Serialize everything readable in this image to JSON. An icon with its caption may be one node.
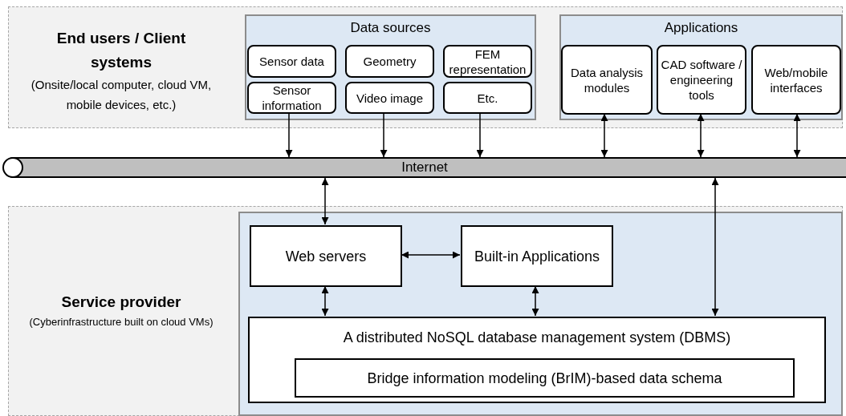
{
  "diagram": {
    "nodes": [
      {
        "text": [
          "End users / Client systems",
          "(Onsite/local computer, cloud VM, mobile devices, etc.)"
        ]
      },
      {
        "text": [
          "Data sources"
        ],
        "in": 0
      },
      {
        "text": [
          "Sensor data"
        ],
        "in": 1
      },
      {
        "text": [
          "Geometry"
        ],
        "in": 1
      },
      {
        "text": [
          "FEM representation"
        ],
        "in": 1
      },
      {
        "text": [
          "Sensor information"
        ],
        "in": 1
      },
      {
        "text": [
          "Video image"
        ],
        "in": 1
      },
      {
        "text": [
          "Etc."
        ],
        "in": 1
      },
      {
        "text": [
          "Applications"
        ],
        "in": 0
      },
      {
        "text": [
          "Data analysis modules"
        ],
        "in": 8
      },
      {
        "text": [
          "CAD software / engineering tools"
        ],
        "in": 8
      },
      {
        "text": [
          "Web/mobile interfaces"
        ],
        "in": 8
      },
      {
        "text": [
          "Internet"
        ]
      },
      {
        "text": [
          "Service provider",
          "(Cyberinfrastructure built on cloud VMs)"
        ]
      },
      {
        "text": [],
        "shape": "box",
        "in": 13
      },
      {
        "text": [
          "Web servers"
        ],
        "in": 14
      },
      {
        "text": [
          "Built-in Applications"
        ],
        "in": 14
      },
      {
        "text": [
          "A distributed NoSQL database management system (DBMS)"
        ],
        "in": 14
      },
      {
        "text": [
          "Bridge information modeling (BrIM)-based data schema"
        ],
        "in": 17
      }
    ],
    "edges": [
      {
        "from": 5,
        "to": 12,
        "arrow": "to"
      },
      {
        "from": 6,
        "to": 12,
        "arrow": "to"
      },
      {
        "from": 7,
        "to": 12,
        "arrow": "to"
      },
      {
        "from": 9,
        "to": 12,
        "arrow": "both"
      },
      {
        "from": 10,
        "to": 12,
        "arrow": "both"
      },
      {
        "from": 11,
        "to": 12,
        "arrow": "both"
      },
      {
        "from": 12,
        "to": 15,
        "arrow": "both"
      },
      {
        "from": 12,
        "to": 17,
        "arrow": "both"
      },
      {
        "from": 15,
        "to": 16,
        "arrow": "both"
      },
      {
        "from": 15,
        "to": 17,
        "arrow": "both"
      },
      {
        "from": 16,
        "to": 17,
        "arrow": "both"
      }
    ]
  }
}
